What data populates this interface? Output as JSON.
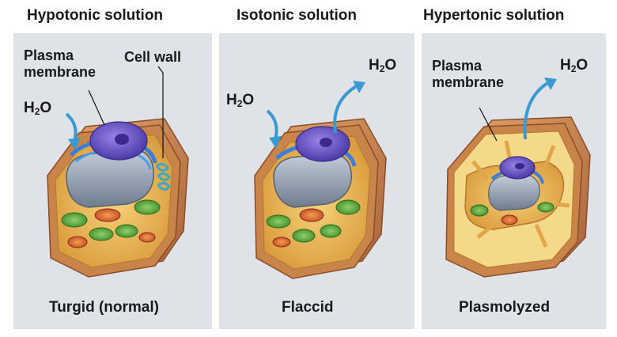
{
  "headings": {
    "hypotonic": "Hypotonic solution",
    "isotonic": "Isotonic solution",
    "hypertonic": "Hypertonic solution"
  },
  "captions": {
    "turgid": "Turgid (normal)",
    "flaccid": "Flaccid",
    "plasmolyzed": "Plasmolyzed"
  },
  "labels": {
    "plasma_membrane": "Plasma\nmembrane",
    "cell_wall": "Cell wall"
  },
  "water": {
    "base": "H",
    "sub": "2",
    "tail": "O"
  },
  "colors": {
    "panel": "#dfe3e8",
    "arrow": "#3b9bd1",
    "cell_wall": "#c9844a",
    "cytoplasm": "#f0b957",
    "vacuole": "#8f9bab",
    "nucleus": "#6a55c4",
    "chloroplast": "#5aa83c"
  }
}
